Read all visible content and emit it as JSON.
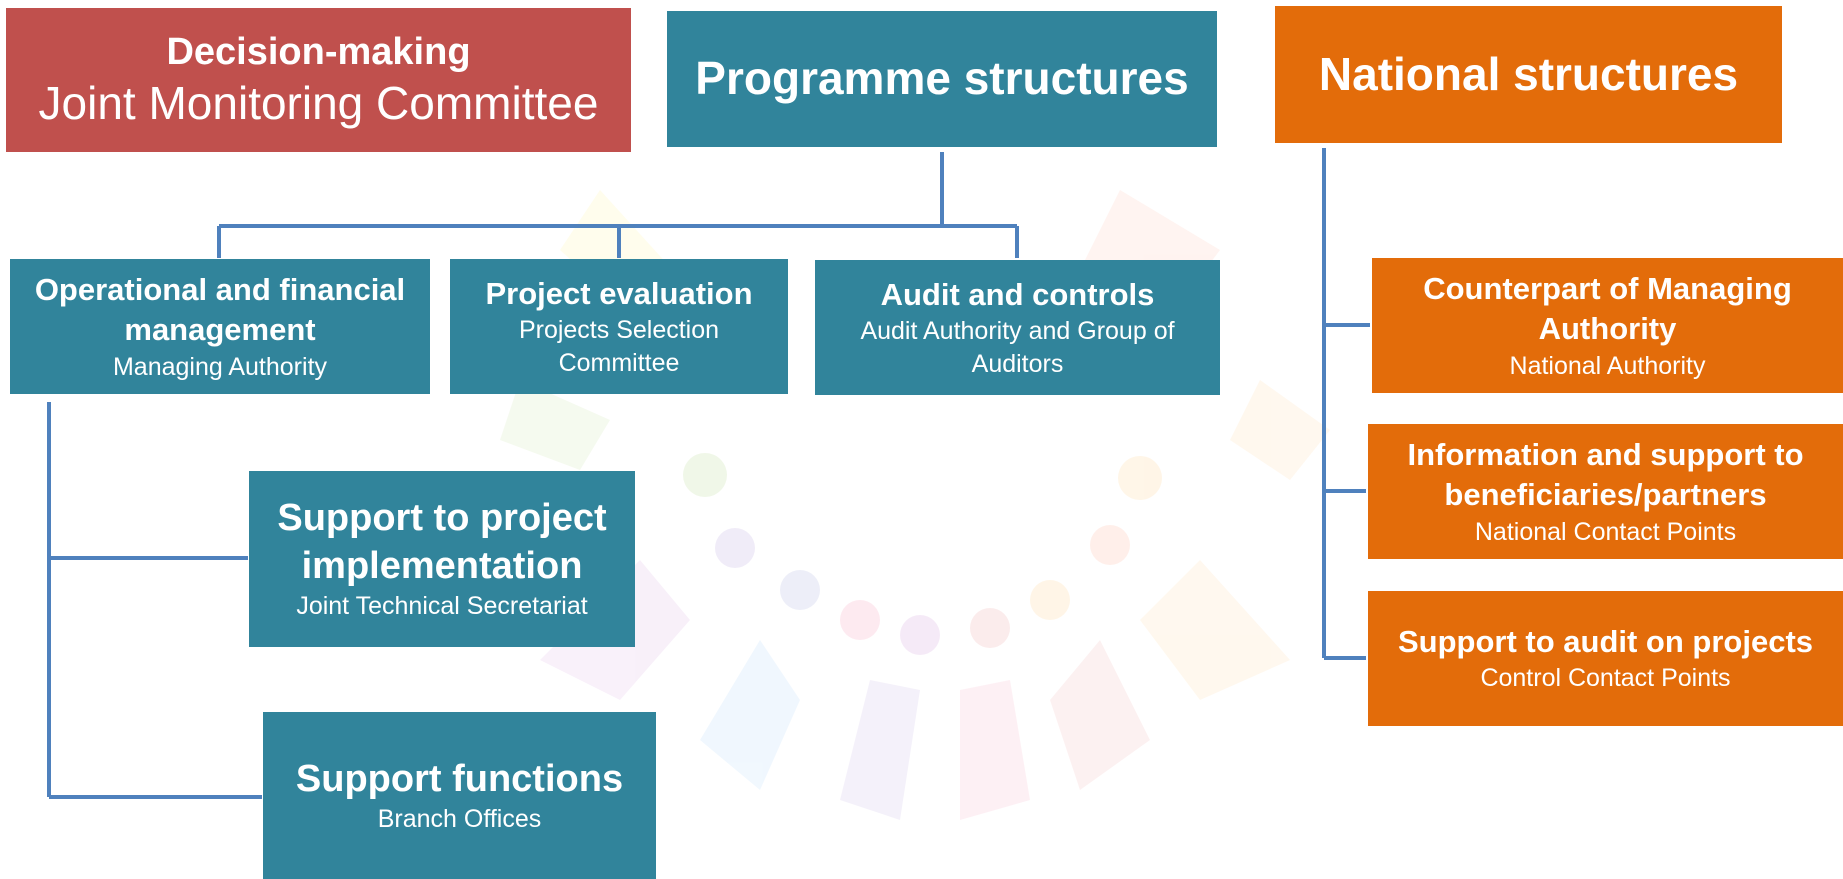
{
  "header": {
    "decision": {
      "title": "Decision-making",
      "subtitle": "Joint Monitoring Committee"
    },
    "programme": {
      "title": "Programme structures"
    },
    "national": {
      "title": "National structures"
    }
  },
  "programme_units": [
    {
      "title": "Operational and financial management",
      "subtitle": "Managing Authority"
    },
    {
      "title": "Project evaluation",
      "subtitle": "Projects Selection Committee"
    },
    {
      "title": "Audit and controls",
      "subtitle": "Audit Authority and Group of Auditors"
    },
    {
      "title": "Support to project implementation",
      "subtitle": "Joint Technical Secretariat"
    },
    {
      "title": "Support functions",
      "subtitle": "Branch Offices"
    }
  ],
  "national_units": [
    {
      "title": "Counterpart of Managing Authority",
      "subtitle": "National Authority"
    },
    {
      "title": "Information and support to beneficiaries/partners",
      "subtitle": "National Contact Points"
    },
    {
      "title": "Support to audit on projects",
      "subtitle": "Control Contact Points"
    }
  ],
  "colors": {
    "programme": "#31849b",
    "national": "#e36c0a",
    "decision": "#c0504d",
    "connector": "#4f81bd"
  }
}
